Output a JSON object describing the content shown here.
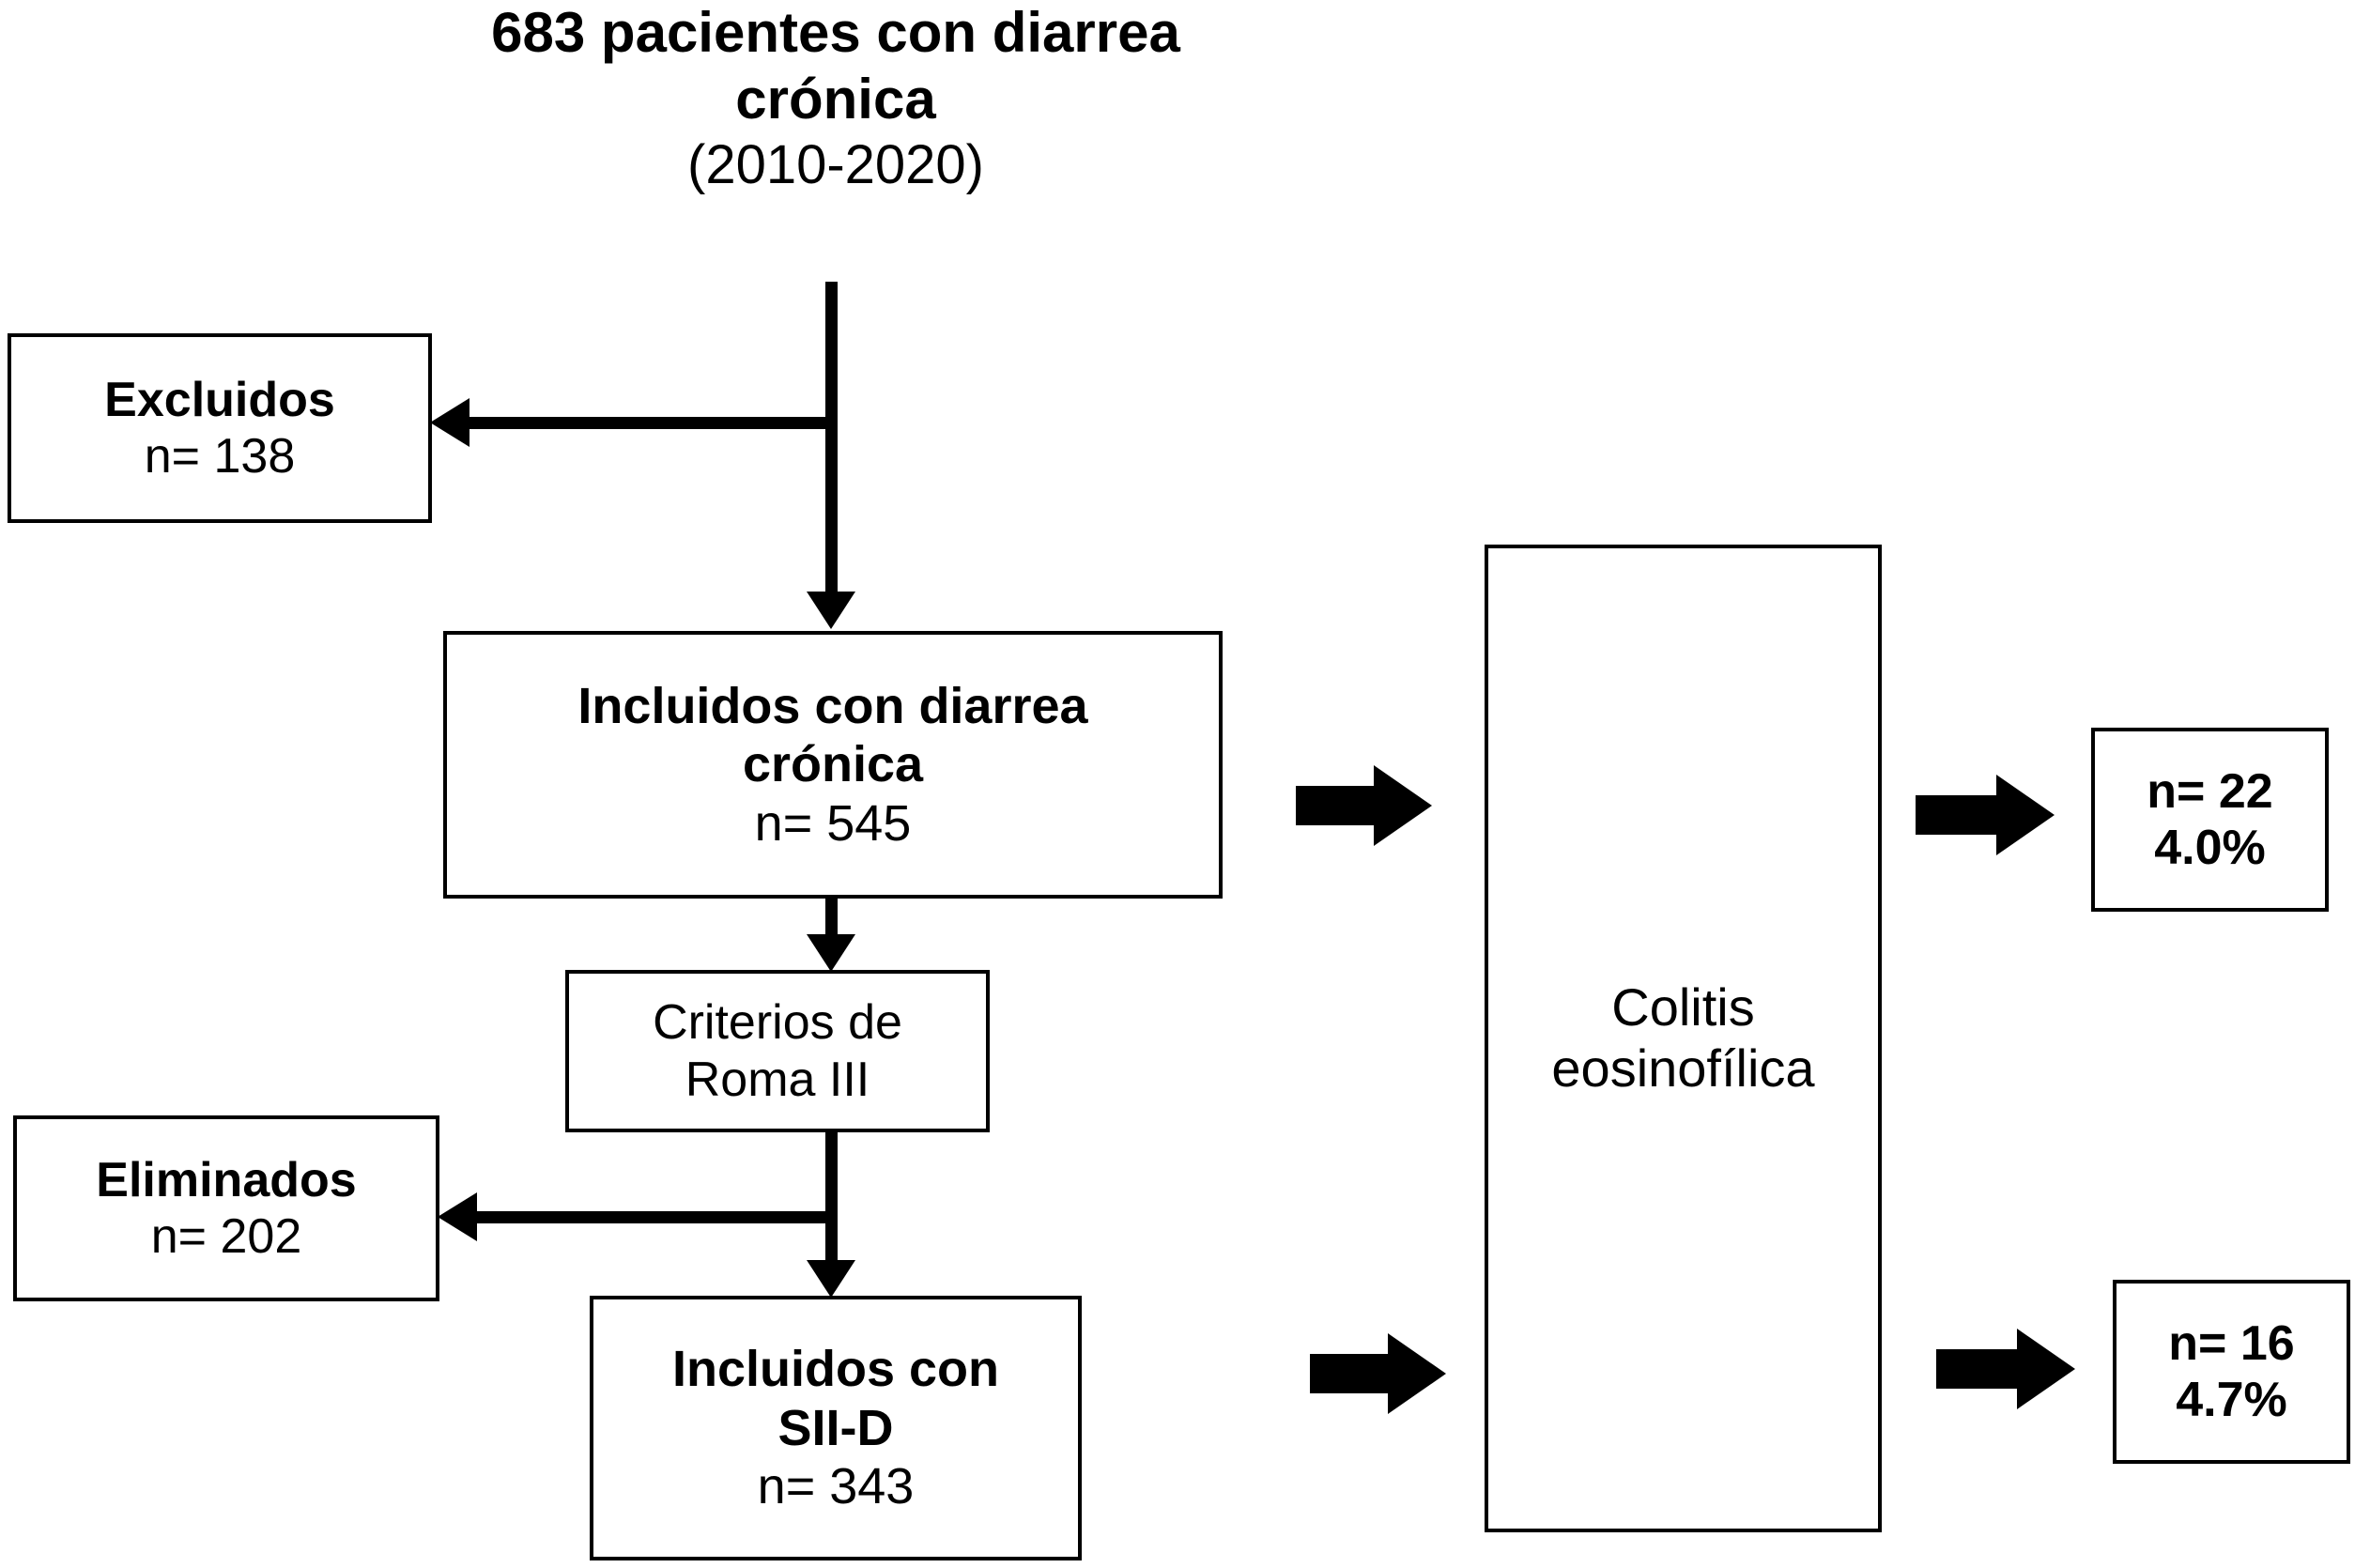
{
  "diagram": {
    "type": "flowchart",
    "language": "es",
    "colors": {
      "stroke": "#000000",
      "background": "#ffffff",
      "text": "#000000"
    },
    "title": {
      "line1": "683 pacientes con diarrea",
      "line2": "crónica",
      "line3": "(2010-2020)"
    },
    "nodes": {
      "excluidos": {
        "label": "Excluidos",
        "count": "n= 138"
      },
      "incluidos_diarrea": {
        "line1": "Incluidos con diarrea",
        "line2": "crónica",
        "count": "n= 545"
      },
      "criterios": {
        "line1": "Criterios de",
        "line2": "Roma III"
      },
      "eliminados": {
        "label": "Eliminados",
        "count": "n= 202"
      },
      "incluidos_siid": {
        "line1": "Incluidos con",
        "line2": "SII-D",
        "count": "n= 343"
      },
      "colitis": {
        "line1": "Colitis",
        "line2": "eosinofílica"
      },
      "result_top": {
        "count": "n= 22",
        "percent": "4.0%"
      },
      "result_bottom": {
        "count": "n= 16",
        "percent": "4.7%"
      }
    }
  }
}
